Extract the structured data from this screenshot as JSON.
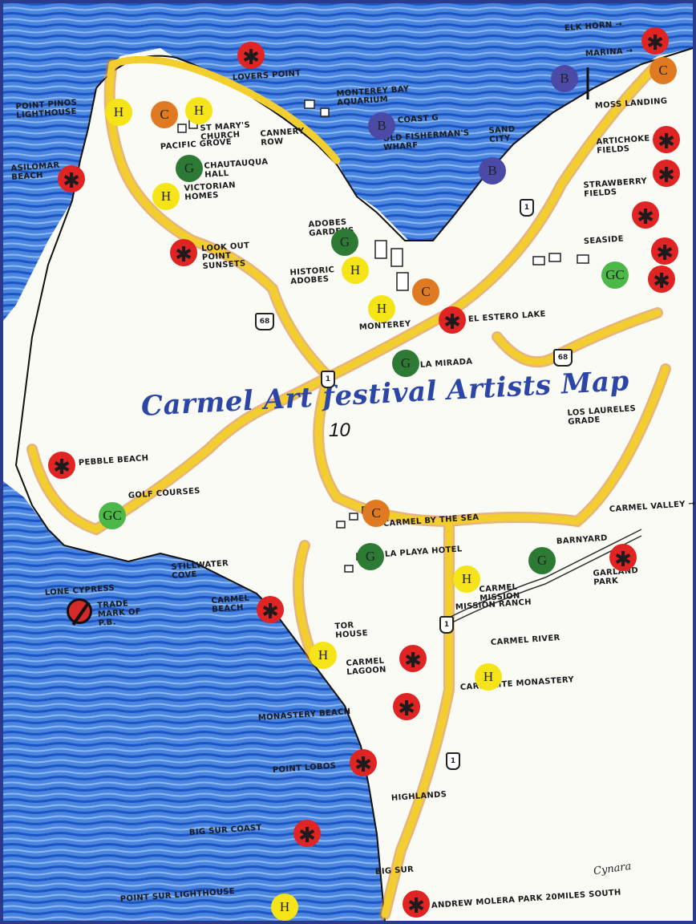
{
  "map": {
    "title": "Carmel Art festival Artists Map",
    "page_number": "10",
    "signature": "Cynara",
    "colors": {
      "frame": "#2a3a8c",
      "ocean": "#2e6fd8",
      "road": "#f2cf2e",
      "road_edge": "#d77a1e",
      "star": "#e02424",
      "h": "#f5e417",
      "c": "#e07a22",
      "b": "#4b4aa6",
      "g": "#2d7a34",
      "gc": "#4cb84a"
    },
    "labels": {
      "elk_horn": "ELK HORN →",
      "marina": "MARINA →",
      "moss_landing": "MOSS LANDING",
      "lovers_point": "LOVERS POINT",
      "point_pinos": "POINT PINOS LIGHTHOUSE",
      "st_marys": "ST MARY'S CHURCH",
      "pacific_grove": "PACIFIC GROVE",
      "chautauqua": "CHAUTAUQUA HALL",
      "asilomar": "ASILOMAR BEACH",
      "victorian": "VICTORIAN HOMES",
      "aquarium": "MONTEREY BAY AQUARIUM",
      "cannery_row": "CANNERY ROW",
      "coast_g": "COAST G",
      "fishermans_wharf": "OLD FISHERMAN'S WHARF",
      "sand_city": "SAND CITY",
      "artichoke": "ARTICHOKE FIELDS",
      "strawberry": "STRAWBERRY FIELDS",
      "seaside": "SEASIDE",
      "adobes_gardens": "ADOBES GARDENS",
      "historic_adobes": "HISTORIC ADOBES",
      "lookout": "LOOK OUT POINT SUNSETS",
      "monterey": "MONTEREY",
      "el_estero": "EL ESTERO LAKE",
      "la_mirada": "LA MIRADA",
      "los_laureles": "LOS LAURELES GRADE",
      "pebble_beach": "PEBBLE BEACH",
      "golf_courses": "GOLF COURSES",
      "carmel_by_the_sea": "CARMEL BY THE SEA",
      "la_playa": "LA PLAYA HOTEL",
      "barnyard": "BARNYARD",
      "carmel_valley": "CARMEL VALLEY →",
      "garland_park": "GARLAND PARK",
      "stillwater": "STILLWATER COVE",
      "lone_cypress": "LONE CYPRESS",
      "trademark": "TRADE MARK OF P.B.",
      "carmel_beach": "CARMEL BEACH",
      "carmel_mission": "CARMEL MISSION",
      "mission_ranch": "MISSION RANCH",
      "tor_house": "TOR HOUSE",
      "carmel_river": "CARMEL RIVER",
      "carmel_lagoon": "CARMEL LAGOON",
      "carmelite": "CARMELITE MONASTERY",
      "monastery_beach": "MONASTERY BEACH",
      "point_lobos": "POINT LOBOS",
      "highlands": "HIGHLANDS",
      "big_sur_coast": "BIG SUR COAST",
      "big_sur": "BIG SUR",
      "point_sur": "POINT SUR LIGHTHOUSE",
      "andrew_molera": "ANDREW MOLERA PARK 20MILES SOUTH"
    },
    "route_shields": {
      "r68a": "68",
      "r68b": "68",
      "r1a": "1",
      "r1b": "1",
      "r1c": "1",
      "r1d": "1"
    },
    "markers": {
      "h": "H",
      "c": "C",
      "b": "B",
      "g": "G",
      "gc": "GC",
      "star": "✱"
    }
  }
}
